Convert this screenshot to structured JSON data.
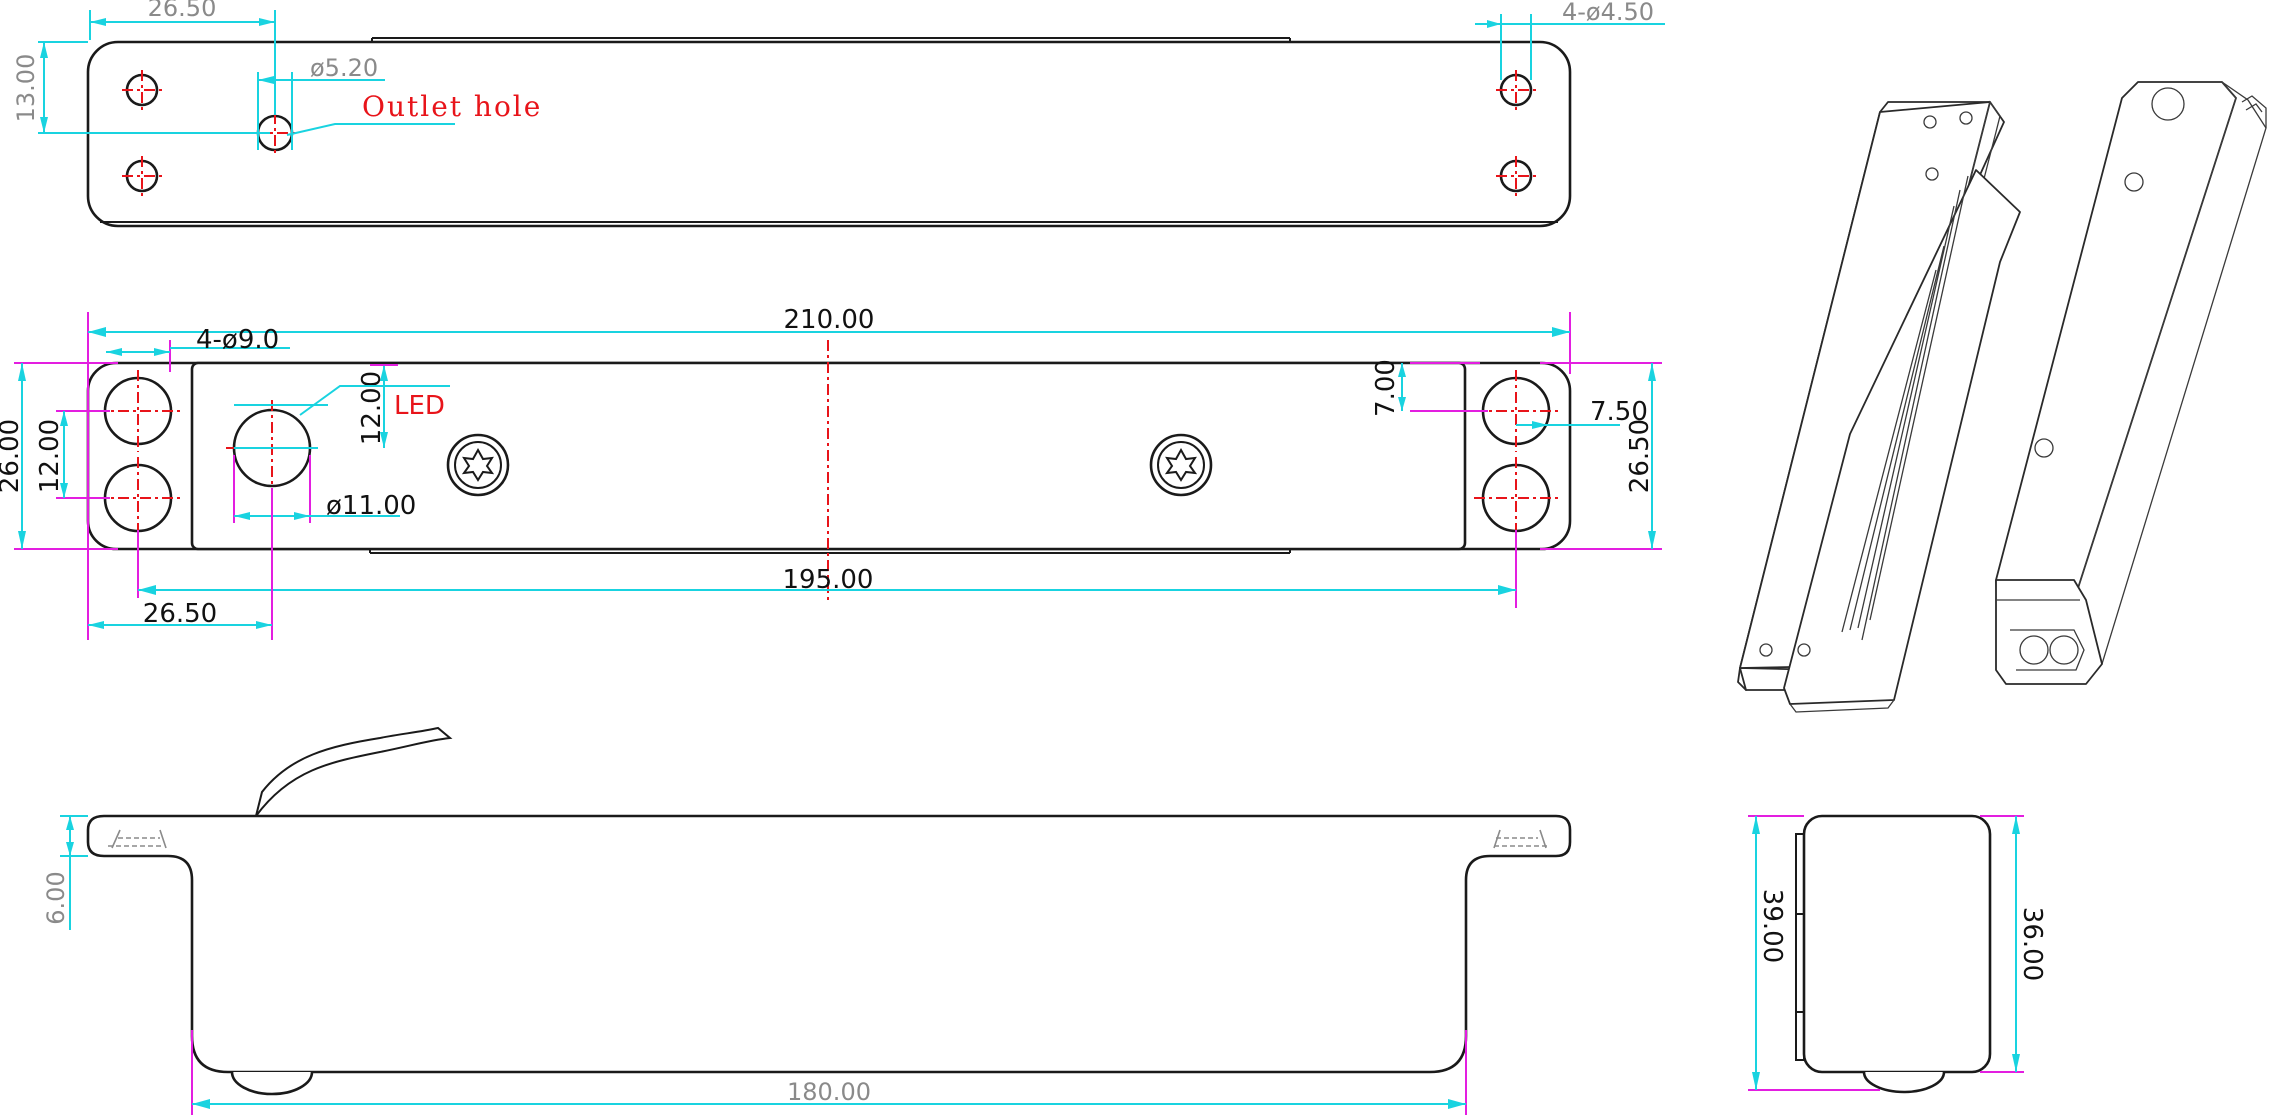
{
  "top_view": {
    "dim_offset": "26.50",
    "dim_height": "13.00",
    "dim_outlet_dia": "ø5.20",
    "dim_holes": "4-ø4.50",
    "outlet_label": "Outlet hole"
  },
  "front_view": {
    "dim_overall_length": "210.00",
    "dim_holes": "4-ø9.0",
    "dim_height_left": "26.00",
    "dim_hole_spacing": "12.00",
    "dim_led_offset": "12.00",
    "led_label": "LED",
    "dim_led_dia": "ø11.00",
    "dim_right_offset": "7.00",
    "dim_right_edge": "7.50",
    "dim_height_right": "26.50",
    "dim_hole_pitch": "195.00",
    "dim_left_offset": "26.50"
  },
  "side_view": {
    "dim_flange": "6.00",
    "dim_body_length": "180.00"
  },
  "end_view": {
    "dim_height_left": "39.00",
    "dim_height_right": "36.00"
  },
  "colors": {
    "outline": "#1a1a1a",
    "dimension": "#19d3e0",
    "extension": "#e31ee0",
    "centerline": "#e8141a"
  }
}
